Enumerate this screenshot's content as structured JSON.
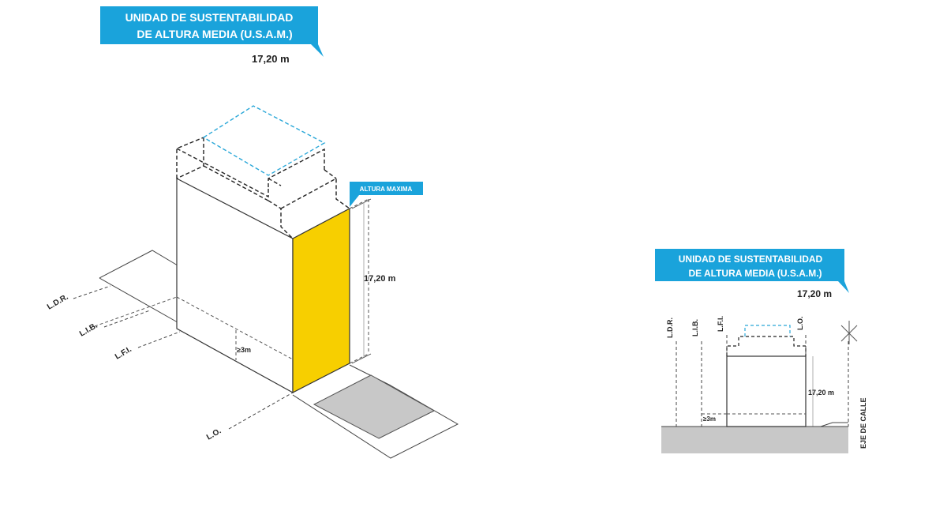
{
  "colors": {
    "banner": "#1aa3db",
    "highlight": "#f7cf00",
    "dashed_blue": "#29a7d8",
    "ground": "#c8c8c8",
    "line": "#333333"
  },
  "left": {
    "banner_line1": "UNIDAD DE SUSTENTABILIDAD",
    "banner_line2": "DE ALTURA MEDIA (U.S.A.M.)",
    "height_top": "17,20 m",
    "tag": "ALTURA MAXIMA",
    "height_side": "17,20 m",
    "setback": "≥3m",
    "labels": [
      "L.D.R.",
      "L.I.B.",
      "L.F.I.",
      "L.O."
    ]
  },
  "right": {
    "banner_line1": "UNIDAD DE SUSTENTABILIDAD",
    "banner_line2": "DE ALTURA MEDIA (U.S.A.M.)",
    "height_top": "17,20 m",
    "height_side": "17,20 m",
    "setback": "≥3m",
    "vlabels": [
      "L.D.R.",
      "L.I.B.",
      "L.F.I.",
      "L.O."
    ],
    "street_axis": "EJE DE CALLE"
  }
}
